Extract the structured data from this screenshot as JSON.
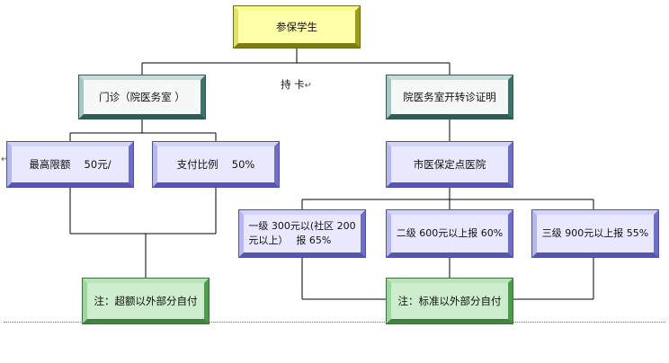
{
  "diagram": {
    "root": {
      "label": "参保学生"
    },
    "card_label": "持 卡",
    "branches": {
      "clinic": {
        "label": "门诊（院医务室 ）"
      },
      "referral": {
        "label": "院医务室开转诊证明"
      }
    },
    "clinic_details": {
      "max_limit": {
        "label": "最高限额　 50元/"
      },
      "ratio": {
        "label": "支付比例　 50%"
      }
    },
    "designated_hospital": {
      "label": "市医保定点医院"
    },
    "levels": {
      "level1": {
        "line1": "一级 300元以(社区 200",
        "line2": "元以上）　  报 65%"
      },
      "level2": {
        "label": "二级 600元以上报 60%"
      },
      "level3": {
        "label": "三级 900元以上报 55%"
      }
    },
    "notes": {
      "note_left": {
        "label": "注：超额以外部分自付"
      },
      "note_right": {
        "label": "注：标准以外部分自付"
      }
    },
    "marks": {
      "return_mark": "↵",
      "side_mark": "↵"
    }
  }
}
